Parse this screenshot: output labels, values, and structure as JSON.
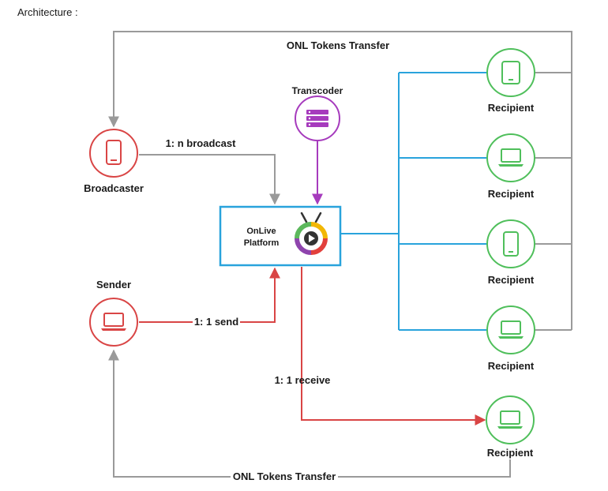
{
  "section_heading": "Architecture :",
  "colors": {
    "gray": "#9a9a9a",
    "blue": "#29a3dc",
    "red": "#d94545",
    "purple": "#a63bbd",
    "green": "#4fbf5b",
    "text": "#1a1a1a"
  },
  "nodes": {
    "broadcaster": {
      "label": "Broadcaster",
      "icon": "phone-icon"
    },
    "sender": {
      "label": "Sender",
      "icon": "laptop-icon"
    },
    "transcoder": {
      "label": "Transcoder",
      "icon": "server-stack-icon"
    },
    "platform": {
      "label_line1": "OnLive",
      "label_line2": "Platform",
      "icon": "onlive-play-logo"
    },
    "recipients": [
      {
        "label": "Recipient",
        "icon": "tablet-icon"
      },
      {
        "label": "Recipient",
        "icon": "laptop-icon"
      },
      {
        "label": "Recipient",
        "icon": "tablet-icon"
      },
      {
        "label": "Recipient",
        "icon": "laptop-icon"
      },
      {
        "label": "Recipient",
        "icon": "laptop-icon"
      }
    ]
  },
  "edges": {
    "tokens_top": "ONL Tokens Transfer",
    "tokens_bottom": "ONL Tokens Transfer",
    "broadcast": "1: n broadcast",
    "send": "1: 1 send",
    "receive": "1: 1 receive"
  }
}
